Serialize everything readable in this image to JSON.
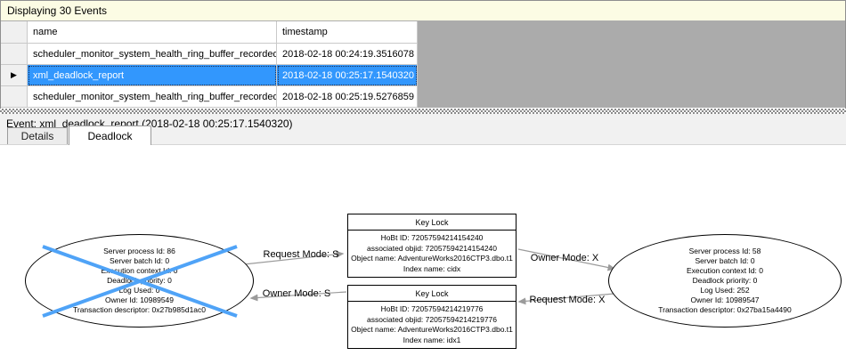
{
  "info_bar": {
    "text": "Displaying 30 Events"
  },
  "events_table": {
    "columns": [
      "name",
      "timestamp"
    ],
    "selected_row_index": 1,
    "rows": [
      {
        "name": "scheduler_monitor_system_health_ring_buffer_recorded",
        "timestamp": "2018-02-18 00:24:19.3516078"
      },
      {
        "name": "xml_deadlock_report",
        "timestamp": "2018-02-18 00:25:17.1540320"
      },
      {
        "name": "scheduler_monitor_system_health_ring_buffer_recorded",
        "timestamp": "2018-02-18 00:25:19.5276859"
      }
    ]
  },
  "icons": {
    "row_selector": "▶"
  },
  "event_header": {
    "label": "Event: xml_deadlock_report (2018-02-18 00:25:17.1540320)"
  },
  "tabs": [
    {
      "label": "Details",
      "active": false
    },
    {
      "label": "Deadlock",
      "active": true
    }
  ],
  "deadlock_graph": {
    "processes": [
      {
        "side": "left",
        "victim": true,
        "lines": [
          "Server process Id: 86",
          "Server batch Id: 0",
          "Execution context Id: 0",
          "Deadlock priority: 0",
          "Log Used: 0",
          "Owner Id: 10989549",
          "Transaction descriptor: 0x27b985d1ac0"
        ]
      },
      {
        "side": "right",
        "victim": false,
        "lines": [
          "Server process Id: 58",
          "Server batch Id: 0",
          "Execution context Id: 0",
          "Deadlock priority: 0",
          "Log Used: 252",
          "Owner Id: 10989547",
          "Transaction descriptor: 0x27ba15a4490"
        ]
      }
    ],
    "resources": [
      {
        "title": "Key Lock",
        "lines": [
          "HoBt ID: 72057594214154240",
          "associated objid: 72057594214154240",
          "Object name: AdventureWorks2016CTP3.dbo.t1",
          "Index name: cidx"
        ]
      },
      {
        "title": "Key Lock",
        "lines": [
          "HoBt ID: 72057594214219776",
          "associated objid: 72057594214219776",
          "Object name: AdventureWorks2016CTP3.dbo.t1",
          "Index name: idx1"
        ]
      }
    ],
    "edges": [
      {
        "label": "Request Mode: S"
      },
      {
        "label": "Owner Mode: X"
      },
      {
        "label": "Owner Mode: S"
      },
      {
        "label": "Request Mode: X"
      }
    ]
  },
  "colors": {
    "selection_blue": "#3297fd",
    "victim_cross_blue": "#4fa3f7",
    "info_bar_yellow": "#fcfce4",
    "grid_filler_gray": "#ababab",
    "edge_gray": "#9b9b9b"
  }
}
